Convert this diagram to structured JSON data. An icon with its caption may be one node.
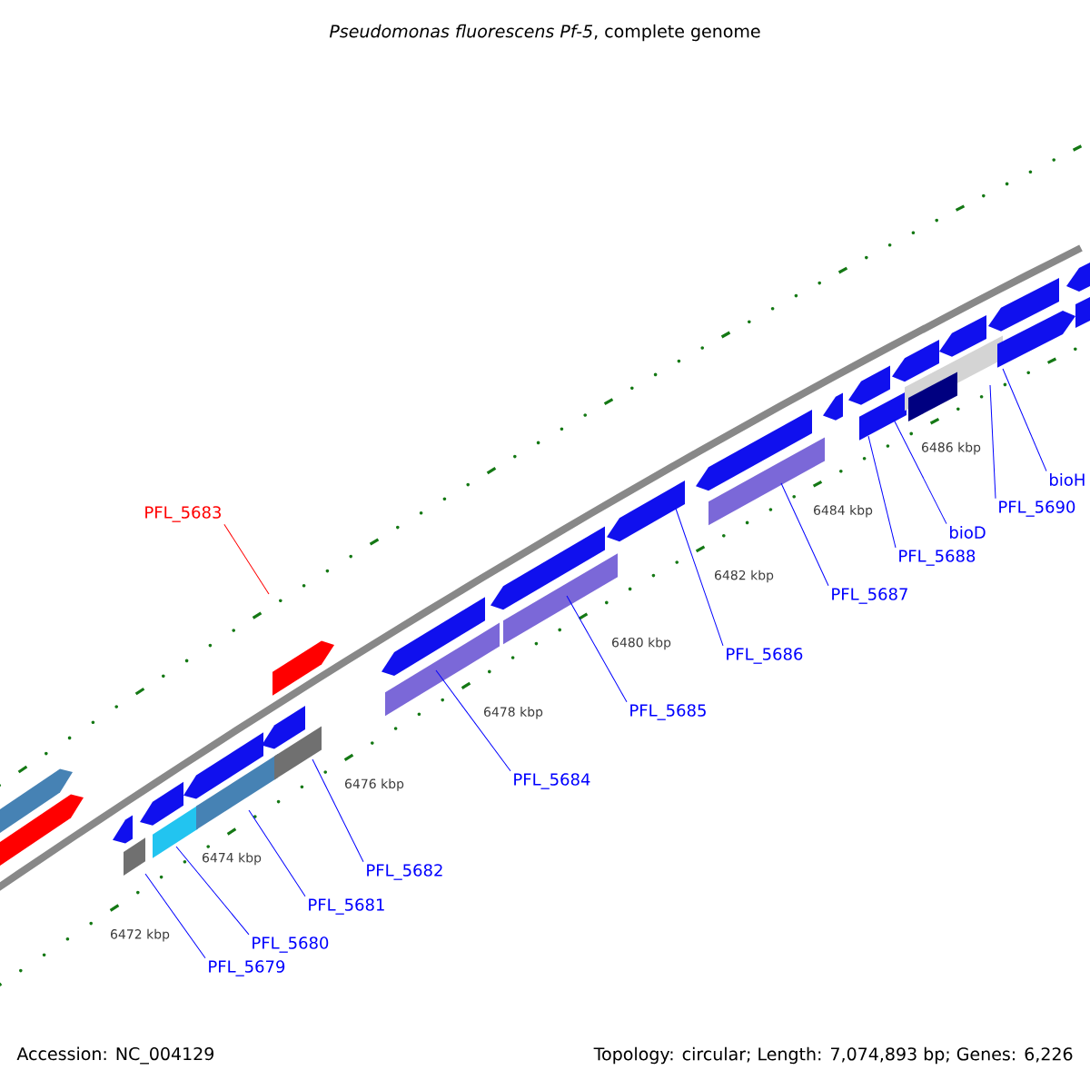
{
  "diagram": {
    "title": "*Pseudomonas fluorescens Pf-5*, complete genome",
    "nodes": [
      {
        "text": [
          "PFL_5683"
        ]
      },
      {
        "text": [
          "PFL_5679"
        ]
      },
      {
        "text": [
          "PFL_5680"
        ]
      },
      {
        "text": [
          "PFL_5681"
        ]
      },
      {
        "text": [
          "PFL_5682"
        ]
      },
      {
        "text": [
          "PFL_5684"
        ]
      },
      {
        "text": [
          "PFL_5685"
        ]
      },
      {
        "text": [
          "PFL_5686"
        ]
      },
      {
        "text": [
          "PFL_5687"
        ]
      },
      {
        "text": [
          "PFL_5688"
        ]
      },
      {
        "text": [
          "bioD"
        ]
      },
      {
        "text": [
          "PFL_5690"
        ]
      },
      {
        "text": [
          "bioH"
        ]
      }
    ],
    "edges": [
      {
        "from": 0,
        "to": null,
        "arrow": "none",
        "color": "#ff0000"
      },
      {
        "from": 1,
        "to": null,
        "arrow": "none"
      },
      {
        "from": 2,
        "to": null,
        "arrow": "none"
      },
      {
        "from": 3,
        "to": null,
        "arrow": "none"
      },
      {
        "from": 4,
        "to": null,
        "arrow": "none"
      },
      {
        "from": 5,
        "to": null,
        "arrow": "none"
      },
      {
        "from": 6,
        "to": null,
        "arrow": "none"
      },
      {
        "from": 7,
        "to": null,
        "arrow": "none"
      },
      {
        "from": 8,
        "to": null,
        "arrow": "none"
      },
      {
        "from": 9,
        "to": null,
        "arrow": "none"
      },
      {
        "from": 10,
        "to": null,
        "arrow": "none"
      },
      {
        "from": 11,
        "to": null,
        "arrow": "none"
      },
      {
        "from": 12,
        "to": null,
        "arrow": "none"
      }
    ],
    "labels": [
      "6472 kbp",
      "6474 kbp",
      "6476 kbp",
      "6478 kbp",
      "6480 kbp",
      "6482 kbp",
      "6484 kbp",
      "6486 kbp",
      "Accession: NC_004129",
      "Topology: circular; Length: 7,074,893 bp; Genes: 6,226"
    ]
  }
}
